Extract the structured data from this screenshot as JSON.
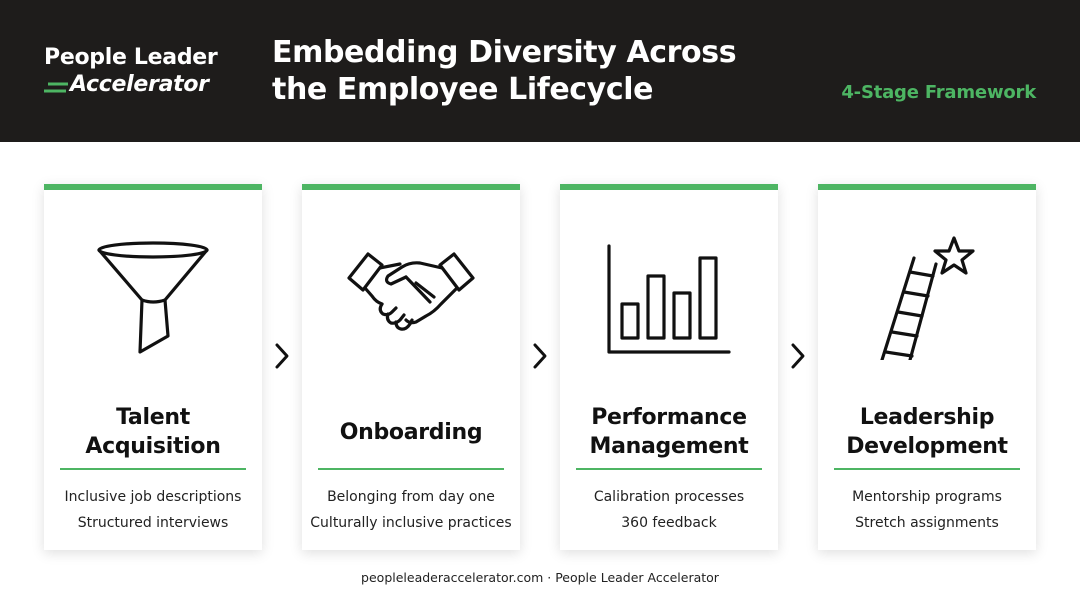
{
  "header": {
    "brand_line1": "People Leader",
    "brand_line2": "Accelerator",
    "title_line1": "Embedding Diversity Across",
    "title_line2": "the Employee Lifecycle",
    "tag": "4-Stage Framework"
  },
  "colors": {
    "accent": "#4db563",
    "header_bg": "#1e1c1b",
    "text": "#111111"
  },
  "stages": [
    {
      "icon": "funnel-icon",
      "title_line1": "Talent",
      "title_line2": "Acquisition",
      "point1": "Inclusive job descriptions",
      "point2": "Structured interviews"
    },
    {
      "icon": "handshake-icon",
      "title_line1": "Onboarding",
      "title_line2": "",
      "point1": "Belonging from day one",
      "point2": "Culturally inclusive practices"
    },
    {
      "icon": "bar-chart-icon",
      "title_line1": "Performance",
      "title_line2": "Management",
      "point1": "Calibration processes",
      "point2": "360 feedback"
    },
    {
      "icon": "ladder-star-icon",
      "title_line1": "Leadership",
      "title_line2": "Development",
      "point1": "Mentorship programs",
      "point2": "Stretch assignments"
    }
  ],
  "footer": "peopleleaderaccelerator.com · People Leader Accelerator"
}
